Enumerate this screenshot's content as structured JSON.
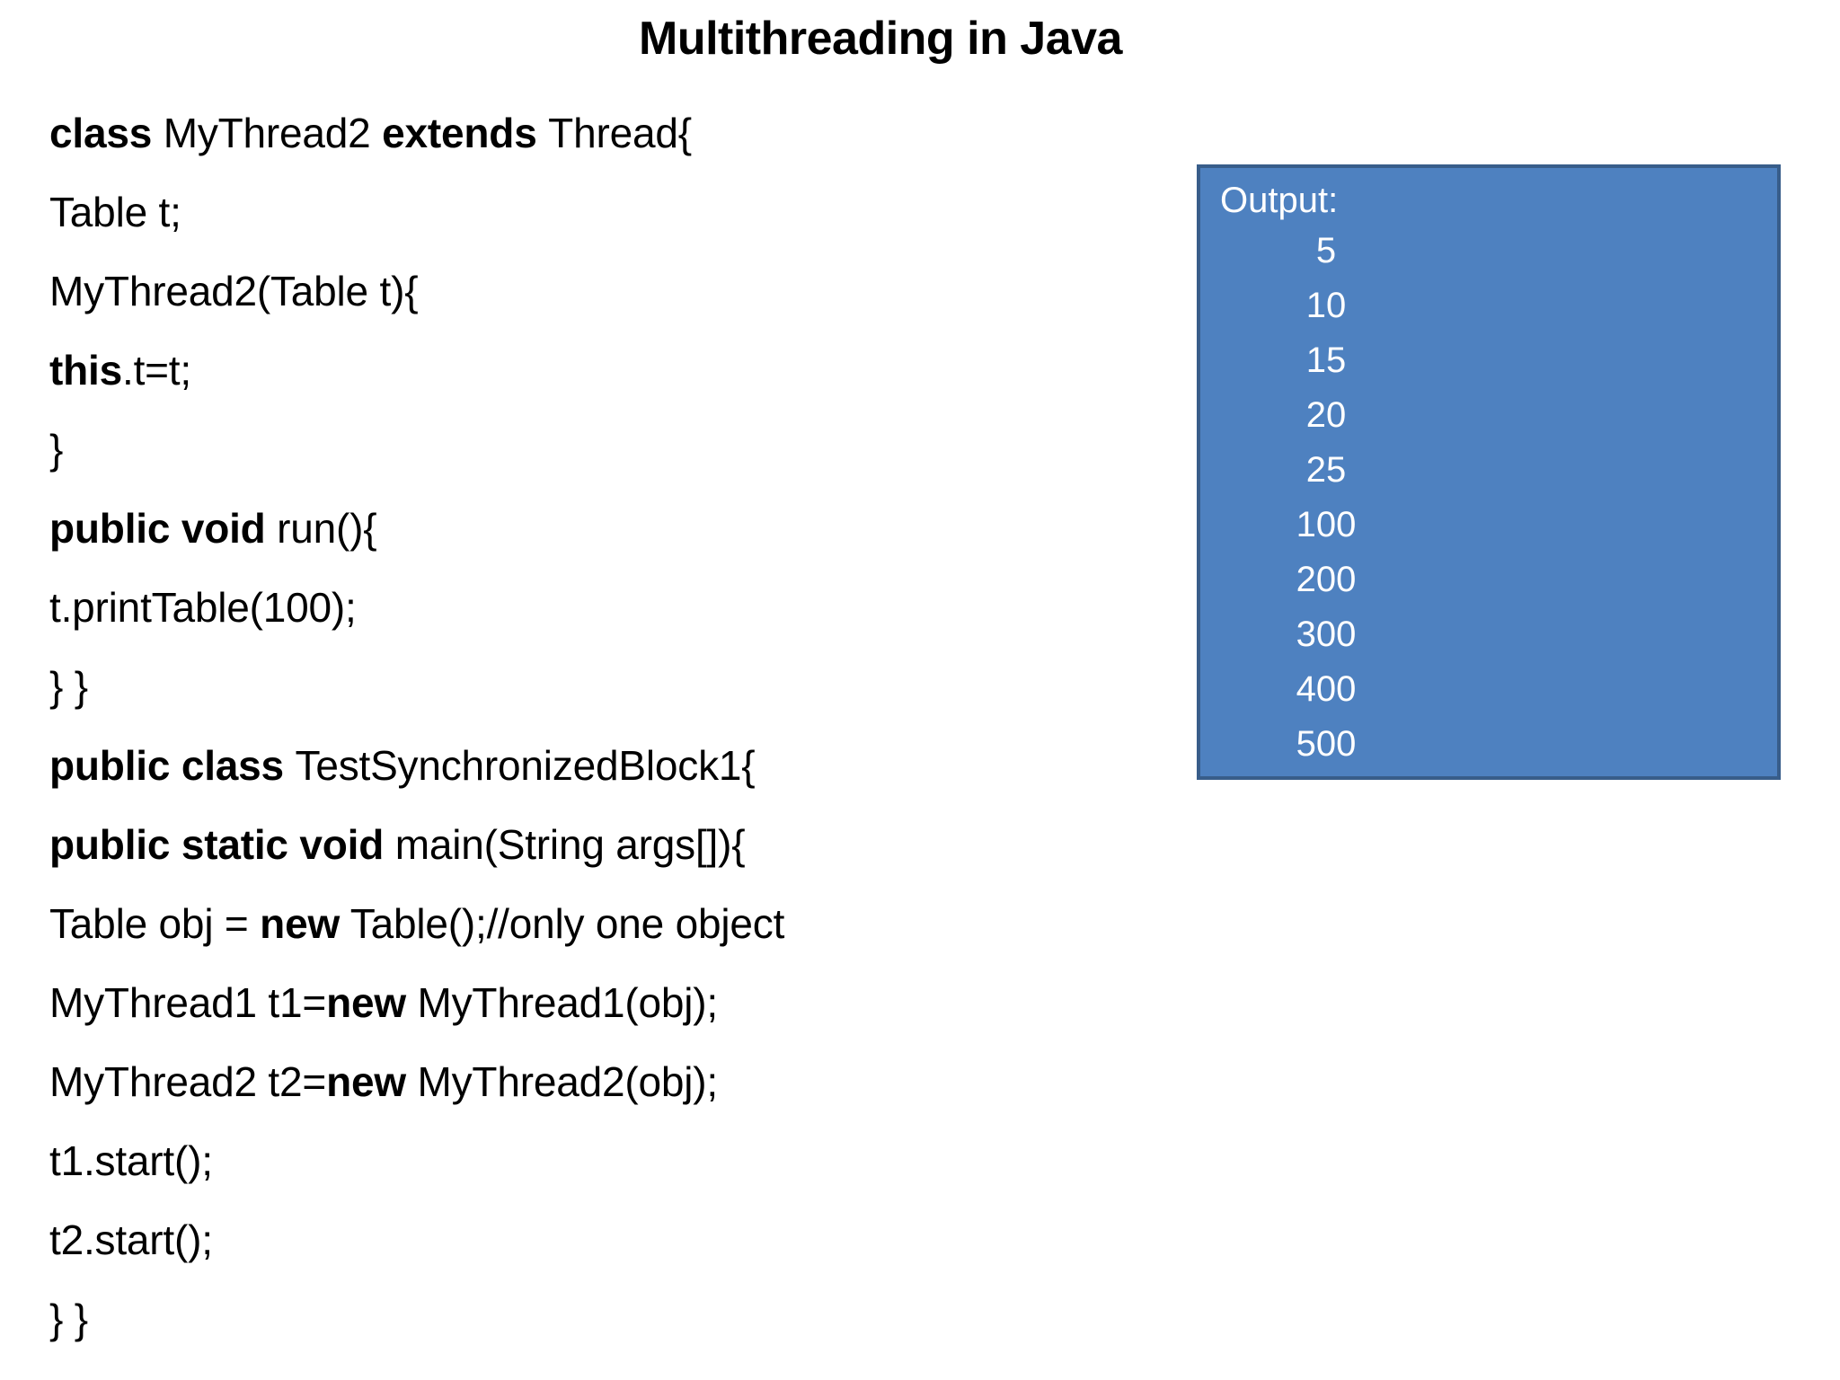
{
  "slide": {
    "title": "Multithreading in Java",
    "background_color": "#ffffff",
    "text_color": "#000000"
  },
  "code": {
    "lines": [
      {
        "id": "line-1",
        "segments": [
          {
            "text": "class ",
            "bold": true
          },
          {
            "text": "MyThread2 ",
            "bold": false
          },
          {
            "text": "extends ",
            "bold": true
          },
          {
            "text": "Thread{",
            "bold": false
          }
        ]
      },
      {
        "id": "line-2",
        "segments": [
          {
            "text": "Table t;",
            "bold": false
          }
        ]
      },
      {
        "id": "line-3",
        "segments": [
          {
            "text": "MyThread2(Table t){",
            "bold": false
          }
        ]
      },
      {
        "id": "line-4",
        "segments": [
          {
            "text": "this",
            "bold": true
          },
          {
            "text": ".t=t;",
            "bold": false
          }
        ]
      },
      {
        "id": "line-5",
        "segments": [
          {
            "text": "}",
            "bold": false
          }
        ]
      },
      {
        "id": "line-6",
        "segments": [
          {
            "text": "public void ",
            "bold": true
          },
          {
            "text": "run(){",
            "bold": false
          }
        ]
      },
      {
        "id": "line-7",
        "segments": [
          {
            "text": "t.printTable(100);",
            "bold": false
          }
        ]
      },
      {
        "id": "line-8",
        "segments": [
          {
            "text": "} }",
            "bold": false
          }
        ]
      },
      {
        "id": "line-9",
        "segments": [
          {
            "text": "public class ",
            "bold": true
          },
          {
            "text": "TestSynchronizedBlock1{",
            "bold": false
          }
        ]
      },
      {
        "id": "line-10",
        "segments": [
          {
            "text": "public static void ",
            "bold": true
          },
          {
            "text": "main(String args[]){",
            "bold": false
          }
        ]
      },
      {
        "id": "line-11",
        "segments": [
          {
            "text": "Table obj = ",
            "bold": false
          },
          {
            "text": "new",
            "bold": true
          },
          {
            "text": " Table();//only one object",
            "bold": false
          }
        ]
      },
      {
        "id": "line-12",
        "segments": [
          {
            "text": "MyThread1 t1=",
            "bold": false
          },
          {
            "text": "new",
            "bold": true
          },
          {
            "text": " MyThread1(obj);",
            "bold": false
          }
        ]
      },
      {
        "id": "line-13",
        "segments": [
          {
            "text": "MyThread2 t2=",
            "bold": false
          },
          {
            "text": "new",
            "bold": true
          },
          {
            "text": " MyThread2(obj);",
            "bold": false
          }
        ]
      },
      {
        "id": "line-14",
        "segments": [
          {
            "text": "t1.start();",
            "bold": false
          }
        ]
      },
      {
        "id": "line-15",
        "segments": [
          {
            "text": "t2.start();",
            "bold": false
          }
        ]
      },
      {
        "id": "line-16",
        "segments": [
          {
            "text": "} }",
            "bold": false
          }
        ]
      }
    ]
  },
  "output_box": {
    "label": "Output:",
    "fill_color": "#4E81C0",
    "border_color": "#385D8A",
    "text_color": "#ffffff",
    "values": [
      "5",
      "10",
      "15",
      "20",
      "25",
      "100",
      "200",
      "300",
      "400",
      "500"
    ]
  }
}
